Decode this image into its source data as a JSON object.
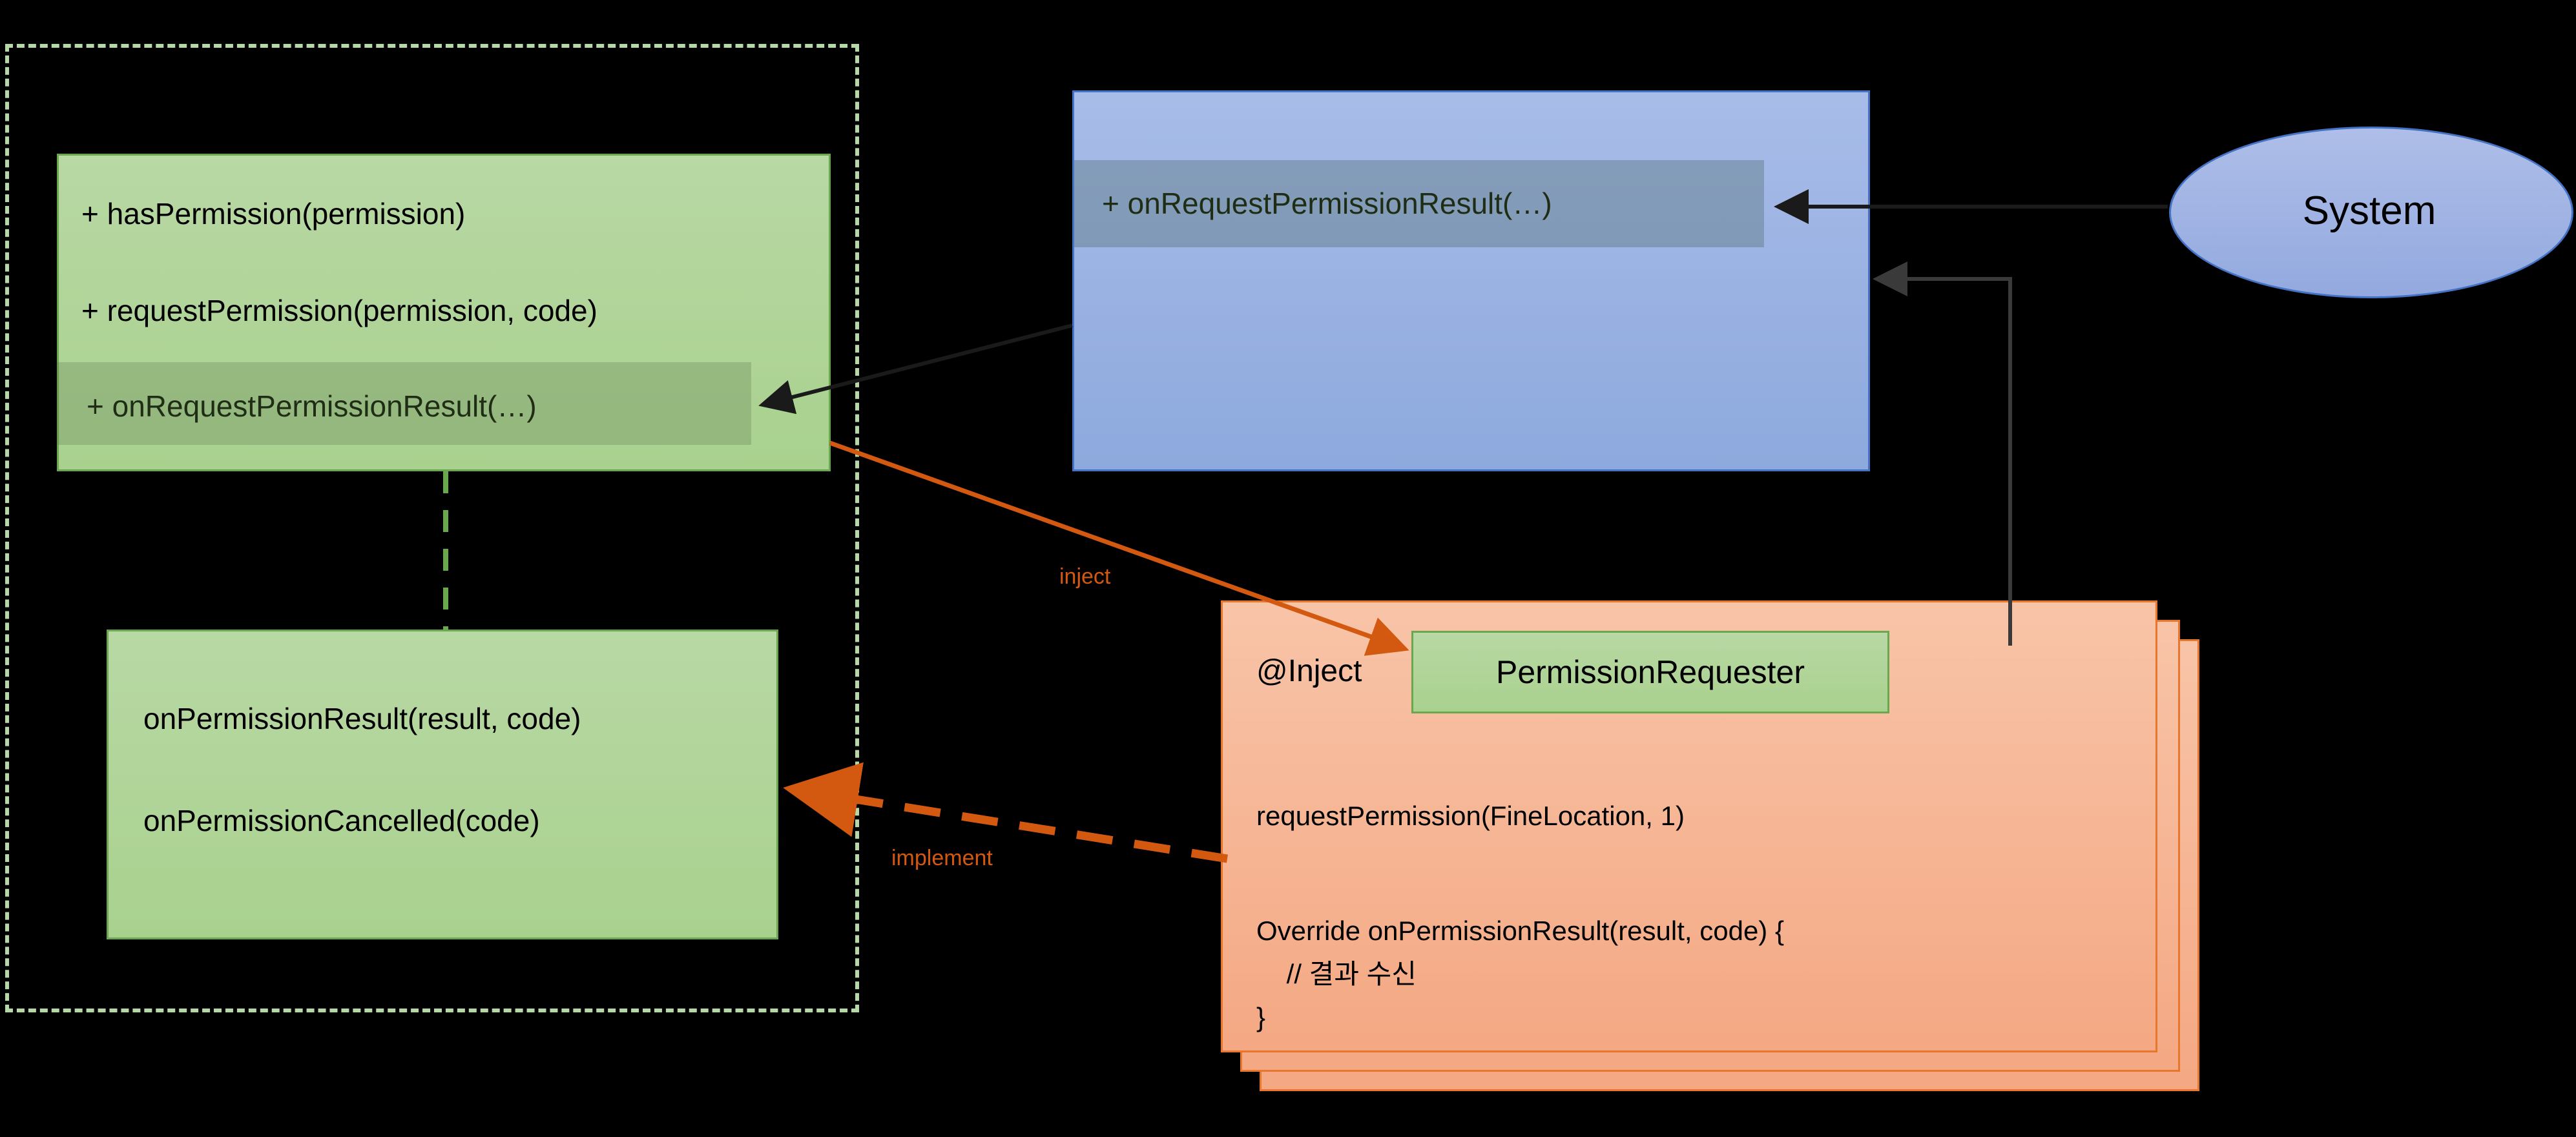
{
  "diagram": {
    "title_present": false,
    "colors": {
      "background": "#000000",
      "green_fill": "#a9d18e",
      "green_stroke": "#6aa84f",
      "blue_fill": "#8da9dd",
      "blue_stroke": "#4472c4",
      "orange_fill": "#f4a883",
      "orange_stroke": "#e8762c",
      "relation_orange": "#d2590f",
      "arrow_black": "#1a1a1a",
      "container_dashed": "#b6d7a8"
    }
  },
  "container": {
    "name": "app-module-boundary",
    "style": "dashed"
  },
  "permission_api_class": {
    "methods": [
      "+ hasPermission(permission)",
      "+ requestPermission(permission, code)",
      "+ onRequestPermissionResult(…)"
    ],
    "highlighted_method_index": 2
  },
  "permission_callback_class": {
    "methods": [
      "onPermissionResult(result, code)",
      "onPermissionCancelled(code)"
    ]
  },
  "activity_class": {
    "methods": [
      "+ onRequestPermissionResult(…)"
    ],
    "highlighted_method_index": 0
  },
  "system_actor": {
    "label": "System"
  },
  "client_card": {
    "inject_annotation": "@Inject",
    "injected_type": "PermissionRequester",
    "code_lines": [
      "requestPermission(FineLocation, 1)",
      "",
      "Override onPermissionResult(result, code) {",
      "    // 결과 수신",
      "}"
    ],
    "stack_count": 3
  },
  "relations": [
    {
      "id": "inject",
      "label": "inject",
      "style": "solid",
      "color": "#d2590f"
    },
    {
      "id": "implement",
      "label": "implement",
      "style": "dashed",
      "color": "#d2590f"
    }
  ]
}
